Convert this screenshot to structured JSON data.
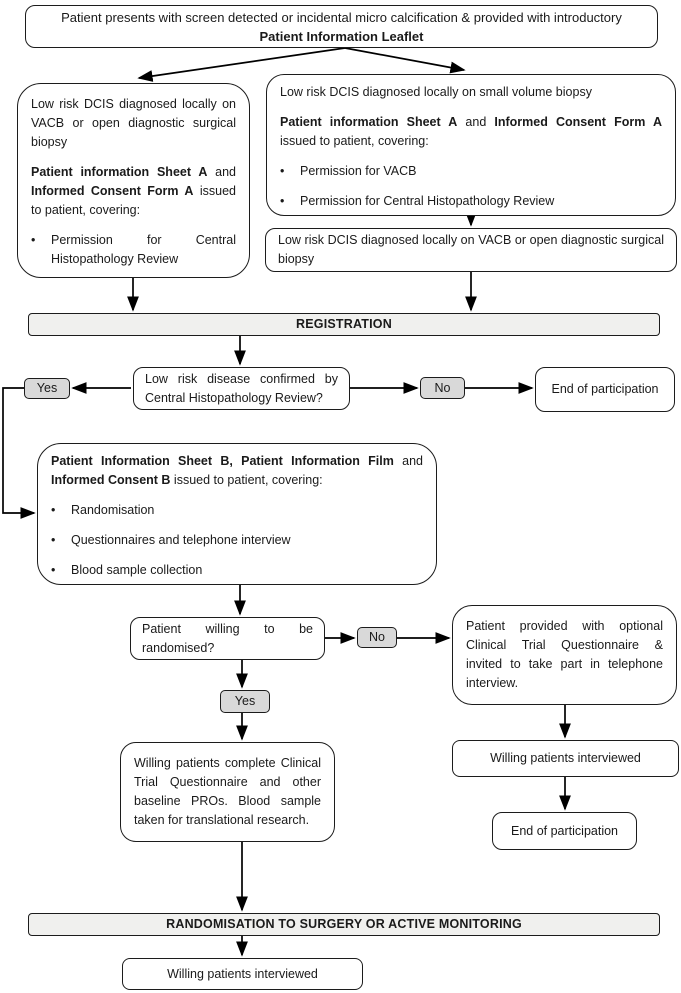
{
  "colors": {
    "background": "#ffffff",
    "box_border": "#1c1c1c",
    "band_fill": "#f0f0ee",
    "tag_fill": "#d9d9d9",
    "arrow": "#000000",
    "text": "#1a1a1a"
  },
  "diagram": {
    "intro": {
      "line1": "Patient presents with screen detected or incidental micro calcification & provided with introductory",
      "line2": "Patient Information Leaflet"
    },
    "left_pathway": {
      "para1": "Low risk DCIS diagnosed locally on VACB or open diagnostic surgical biopsy",
      "para2": [
        {
          "t": "Patient information Sheet A",
          "b": true
        },
        {
          "t": " and ",
          "b": false
        },
        {
          "t": "Informed Consent Form A",
          "b": true
        },
        {
          "t": " issued to patient, covering:",
          "b": false
        }
      ],
      "bullets": [
        "Permission for Central Histopathology Review"
      ]
    },
    "right_pathway": {
      "para1": "Low risk DCIS diagnosed locally on small volume biopsy",
      "para2": [
        {
          "t": "Patient information Sheet A",
          "b": true
        },
        {
          "t": " and ",
          "b": false
        },
        {
          "t": "Informed Consent Form A",
          "b": true
        },
        {
          "t": " issued to patient, covering:",
          "b": false
        }
      ],
      "bullets": [
        "Permission for VACB",
        "Permission for Central Histopathology Review"
      ]
    },
    "right_sub": "Low risk DCIS diagnosed locally on VACB or open diagnostic surgical biopsy",
    "registration_band": "REGISTRATION",
    "central_review_question": "Low risk disease confirmed by Central Histopathology Review?",
    "yes_label_1": "Yes",
    "no_label_1": "No",
    "end_of_participation_1": "End of  participation",
    "consent_b": {
      "para": [
        {
          "t": "Patient Information Sheet B, Patient Information Film",
          "b": true
        },
        {
          "t": " and ",
          "b": false
        },
        {
          "t": "Informed Consent B",
          "b": true
        },
        {
          "t": " issued to patient, covering:",
          "b": false
        }
      ],
      "bullets": [
        "Randomisation",
        "Questionnaires and  telephone interview",
        "Blood sample collection"
      ]
    },
    "randomise_question": "Patient willing to be randomised?",
    "no_label_2": "No",
    "yes_label_2": "Yes",
    "optional_questionnaire": "Patient provided with optional Clinical Trial Questionnaire & invited to take part in telephone interview.",
    "complete_questionnaire": "Willing patients complete Clinical Trial Questionnaire and other baseline PROs. Blood sample taken for translational research.",
    "interviewed_right": "Willing patients interviewed",
    "end_of_participation_2": "End of  participation",
    "randomisation_band": "RANDOMISATION TO SURGERY OR ACTIVE MONITORING",
    "interviewed_bottom": "Willing patients interviewed"
  }
}
